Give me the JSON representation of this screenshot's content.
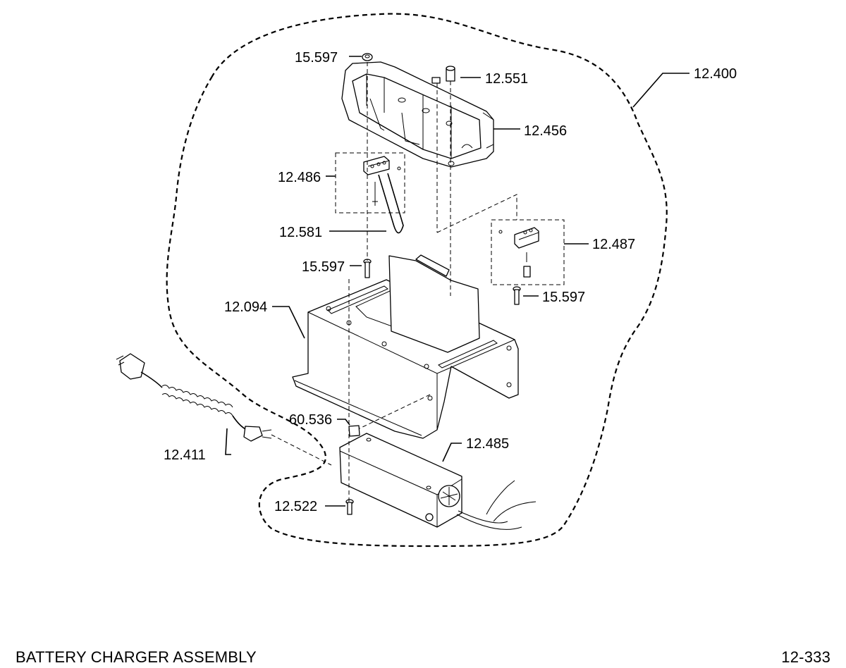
{
  "diagram": {
    "callouts": {
      "c12400": "12.400",
      "c15597a": "15.597",
      "c12551": "12.551",
      "c12456": "12.456",
      "c12486": "12.486",
      "c12581": "12.581",
      "c12487": "12.487",
      "c15597b": "15.597",
      "c15597c": "15.597",
      "c12094": "12.094",
      "c60536": "60.536",
      "c12485": "12.485",
      "c12411": "12.411",
      "c12522": "12.522"
    }
  },
  "footer": {
    "title": "BATTERY CHARGER ASSEMBLY",
    "page": "12-333"
  }
}
